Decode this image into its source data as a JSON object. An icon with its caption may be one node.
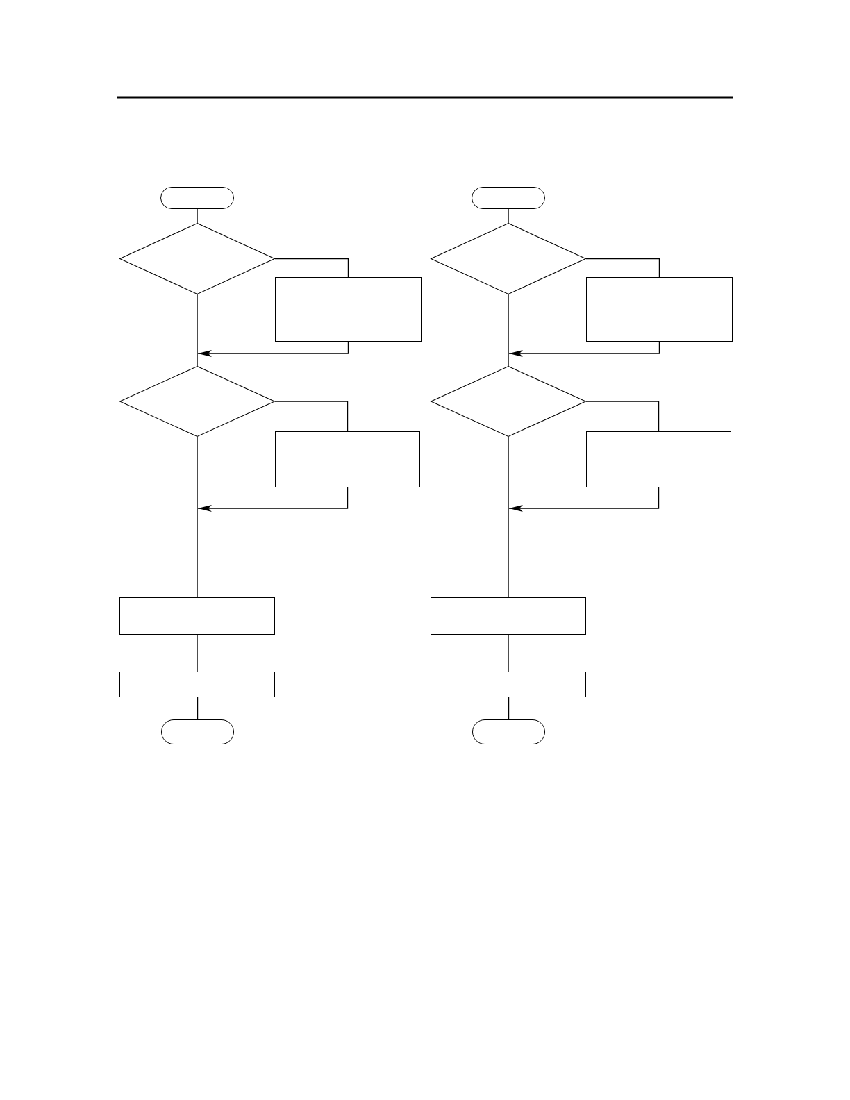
{
  "diagram": {
    "nodes": [
      {
        "text": [],
        "shape": "pill"
      },
      {
        "text": [],
        "shape": "diamond"
      },
      {
        "text": [],
        "shape": "box"
      },
      {
        "text": [],
        "shape": "diamond"
      },
      {
        "text": [],
        "shape": "box"
      },
      {
        "text": [],
        "shape": "box"
      },
      {
        "text": [],
        "shape": "box"
      },
      {
        "text": [],
        "shape": "pill"
      },
      {
        "text": [],
        "shape": "pill"
      },
      {
        "text": [],
        "shape": "diamond"
      },
      {
        "text": [],
        "shape": "box"
      },
      {
        "text": [],
        "shape": "diamond"
      },
      {
        "text": [],
        "shape": "box"
      },
      {
        "text": [],
        "shape": "box"
      },
      {
        "text": [],
        "shape": "box"
      },
      {
        "text": [],
        "shape": "pill"
      }
    ],
    "edges": [
      {
        "from": 0,
        "to": 1,
        "arrow": "none"
      },
      {
        "from": 1,
        "to": 2,
        "arrow": "none"
      },
      {
        "from": 1,
        "to": 3,
        "arrow": "none"
      },
      {
        "from": 2,
        "to": 3,
        "arrow": "to"
      },
      {
        "from": 3,
        "to": 4,
        "arrow": "none"
      },
      {
        "from": 3,
        "to": 5,
        "arrow": "none"
      },
      {
        "from": 4,
        "to": null,
        "arrow": "to"
      },
      {
        "from": 5,
        "to": 6,
        "arrow": "none"
      },
      {
        "from": 6,
        "to": 7,
        "arrow": "none"
      },
      {
        "from": 8,
        "to": 9,
        "arrow": "none"
      },
      {
        "from": 9,
        "to": 10,
        "arrow": "none"
      },
      {
        "from": 9,
        "to": 11,
        "arrow": "none"
      },
      {
        "from": 10,
        "to": 11,
        "arrow": "to"
      },
      {
        "from": 11,
        "to": 12,
        "arrow": "none"
      },
      {
        "from": 11,
        "to": 13,
        "arrow": "none"
      },
      {
        "from": 12,
        "to": null,
        "arrow": "to"
      },
      {
        "from": 13,
        "to": 14,
        "arrow": "none"
      },
      {
        "from": 14,
        "to": 15,
        "arrow": "none"
      }
    ]
  }
}
